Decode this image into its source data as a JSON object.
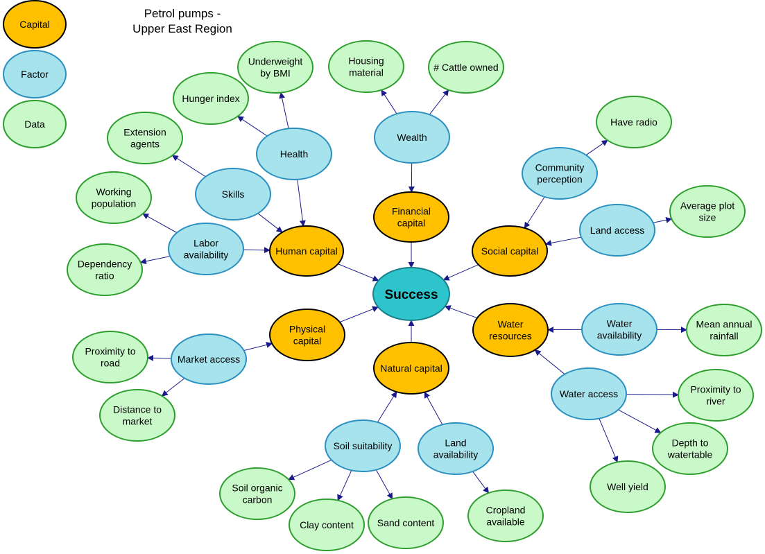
{
  "title": {
    "line1": "Petrol pumps -",
    "line2": "Upper East Region"
  },
  "colors": {
    "capital_fill": "#FFC000",
    "capital_stroke": "#000000",
    "factor_fill": "#A6E3EC",
    "factor_stroke": "#2B8FBF",
    "data_fill": "#C9F8C9",
    "data_stroke": "#2E9E2E",
    "success_fill": "#2EC4CC",
    "success_stroke": "#1A7F8A",
    "edge": "#1A1A8C"
  },
  "legend": [
    {
      "type": "capital",
      "label": "Capital"
    },
    {
      "type": "factor",
      "label": "Factor"
    },
    {
      "type": "data",
      "label": "Data"
    }
  ],
  "nodes": {
    "success": {
      "type": "success",
      "lines": [
        "Success"
      ]
    },
    "human": {
      "type": "capital",
      "lines": [
        "Human capital"
      ]
    },
    "financial": {
      "type": "capital",
      "lines": [
        "Financial",
        "capital"
      ]
    },
    "social": {
      "type": "capital",
      "lines": [
        "Social capital"
      ]
    },
    "physical": {
      "type": "capital",
      "lines": [
        "Physical",
        "capital"
      ]
    },
    "natural": {
      "type": "capital",
      "lines": [
        "Natural capital"
      ]
    },
    "waterres": {
      "type": "capital",
      "lines": [
        "Water",
        "resources"
      ]
    },
    "health": {
      "type": "factor",
      "lines": [
        "Health"
      ]
    },
    "skills": {
      "type": "factor",
      "lines": [
        "Skills"
      ]
    },
    "labor": {
      "type": "factor",
      "lines": [
        "Labor",
        "availability"
      ]
    },
    "wealth": {
      "type": "factor",
      "lines": [
        "Wealth"
      ]
    },
    "community": {
      "type": "factor",
      "lines": [
        "Community",
        "perception"
      ]
    },
    "landaccess": {
      "type": "factor",
      "lines": [
        "Land access"
      ]
    },
    "market": {
      "type": "factor",
      "lines": [
        "Market access"
      ]
    },
    "soil": {
      "type": "factor",
      "lines": [
        "Soil suitability"
      ]
    },
    "landavail": {
      "type": "factor",
      "lines": [
        "Land",
        "availability"
      ]
    },
    "wateravail": {
      "type": "factor",
      "lines": [
        "Water",
        "availability"
      ]
    },
    "wateraccess": {
      "type": "factor",
      "lines": [
        "Water access"
      ]
    },
    "underweight": {
      "type": "data",
      "lines": [
        "Underweight",
        "by BMI"
      ]
    },
    "hunger": {
      "type": "data",
      "lines": [
        "Hunger index"
      ]
    },
    "extension": {
      "type": "data",
      "lines": [
        "Extension",
        "agents"
      ]
    },
    "working": {
      "type": "data",
      "lines": [
        "Working",
        "population"
      ]
    },
    "dependency": {
      "type": "data",
      "lines": [
        "Dependency",
        "ratio"
      ]
    },
    "housing": {
      "type": "data",
      "lines": [
        "Housing",
        "material"
      ]
    },
    "cattle": {
      "type": "data",
      "lines": [
        "# Cattle owned"
      ]
    },
    "radio": {
      "type": "data",
      "lines": [
        "Have radio"
      ]
    },
    "plotsize": {
      "type": "data",
      "lines": [
        "Average plot",
        "size"
      ]
    },
    "proxroad": {
      "type": "data",
      "lines": [
        "Proximity to",
        "road"
      ]
    },
    "distmarket": {
      "type": "data",
      "lines": [
        "Distance to",
        "market"
      ]
    },
    "soilcarbon": {
      "type": "data",
      "lines": [
        "Soil organic",
        "carbon"
      ]
    },
    "clay": {
      "type": "data",
      "lines": [
        "Clay content"
      ]
    },
    "sand": {
      "type": "data",
      "lines": [
        "Sand content"
      ]
    },
    "cropland": {
      "type": "data",
      "lines": [
        "Cropland",
        "available"
      ]
    },
    "rainfall": {
      "type": "data",
      "lines": [
        "Mean annual",
        "rainfall"
      ]
    },
    "proxriver": {
      "type": "data",
      "lines": [
        "Proximity to",
        "river"
      ]
    },
    "depth": {
      "type": "data",
      "lines": [
        "Depth to",
        "watertable"
      ]
    },
    "wellyield": {
      "type": "data",
      "lines": [
        "Well yield"
      ]
    }
  },
  "edges": [
    [
      "human",
      "success"
    ],
    [
      "financial",
      "success"
    ],
    [
      "social",
      "success"
    ],
    [
      "physical",
      "success"
    ],
    [
      "natural",
      "success"
    ],
    [
      "waterres",
      "success"
    ],
    [
      "health",
      "human"
    ],
    [
      "skills",
      "human"
    ],
    [
      "labor",
      "human"
    ],
    [
      "health",
      "underweight"
    ],
    [
      "health",
      "hunger"
    ],
    [
      "skills",
      "extension"
    ],
    [
      "labor",
      "working"
    ],
    [
      "labor",
      "dependency"
    ],
    [
      "wealth",
      "financial"
    ],
    [
      "wealth",
      "housing"
    ],
    [
      "wealth",
      "cattle"
    ],
    [
      "community",
      "social"
    ],
    [
      "landaccess",
      "social"
    ],
    [
      "community",
      "radio"
    ],
    [
      "landaccess",
      "plotsize"
    ],
    [
      "market",
      "physical"
    ],
    [
      "market",
      "proxroad"
    ],
    [
      "market",
      "distmarket"
    ],
    [
      "soil",
      "natural"
    ],
    [
      "landavail",
      "natural"
    ],
    [
      "soil",
      "soilcarbon"
    ],
    [
      "soil",
      "clay"
    ],
    [
      "soil",
      "sand"
    ],
    [
      "landavail",
      "cropland"
    ],
    [
      "wateravail",
      "waterres"
    ],
    [
      "wateraccess",
      "waterres"
    ],
    [
      "wateravail",
      "rainfall"
    ],
    [
      "wateraccess",
      "proxriver"
    ],
    [
      "wateraccess",
      "depth"
    ],
    [
      "wateraccess",
      "wellyield"
    ]
  ]
}
